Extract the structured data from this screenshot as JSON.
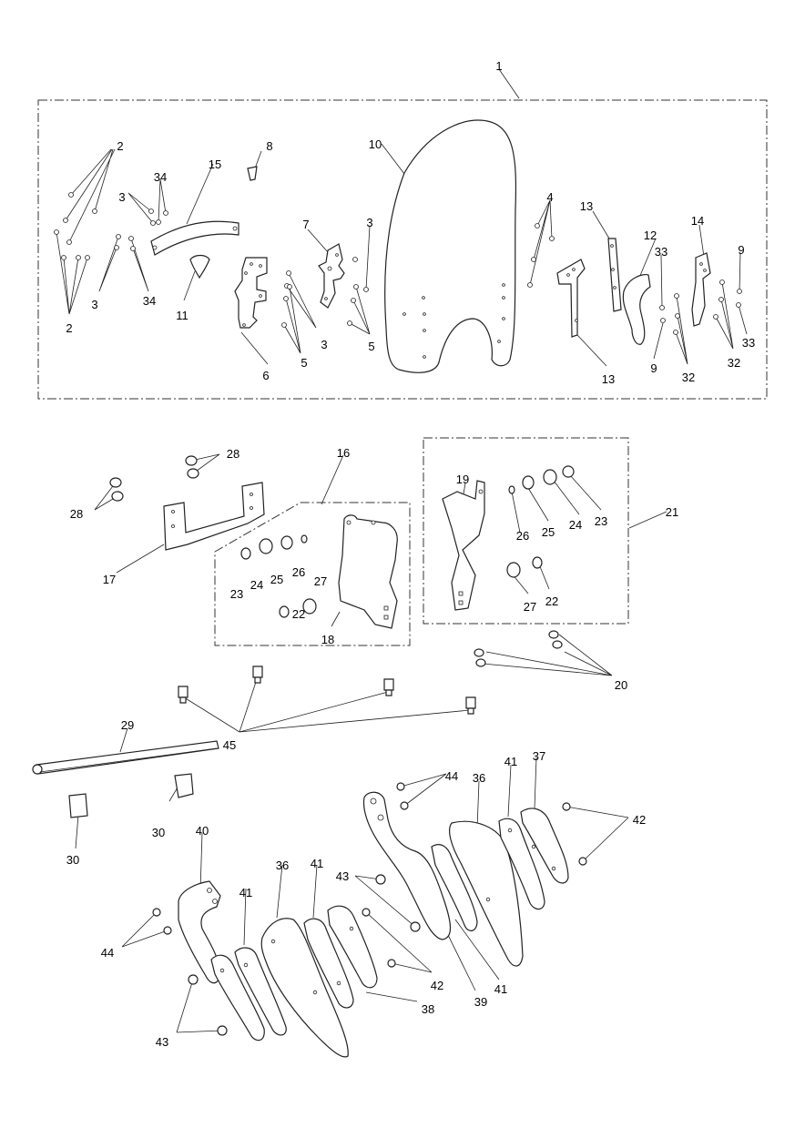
{
  "diagram": {
    "labels": [
      {
        "id": "l1",
        "text": "1"
      },
      {
        "id": "l2a",
        "text": "2"
      },
      {
        "id": "l2b",
        "text": "2"
      },
      {
        "id": "l3a",
        "text": "3"
      },
      {
        "id": "l3b",
        "text": "3"
      },
      {
        "id": "l3c",
        "text": "3"
      },
      {
        "id": "l3d",
        "text": "3"
      },
      {
        "id": "l34a",
        "text": "34"
      },
      {
        "id": "l34b",
        "text": "34"
      },
      {
        "id": "l15",
        "text": "15"
      },
      {
        "id": "l8",
        "text": "8"
      },
      {
        "id": "l11",
        "text": "11"
      },
      {
        "id": "l6",
        "text": "6"
      },
      {
        "id": "l7",
        "text": "7"
      },
      {
        "id": "l5a",
        "text": "5"
      },
      {
        "id": "l5b",
        "text": "5"
      },
      {
        "id": "l10",
        "text": "10"
      },
      {
        "id": "l4",
        "text": "4"
      },
      {
        "id": "l13a",
        "text": "13"
      },
      {
        "id": "l13b",
        "text": "13"
      },
      {
        "id": "l12",
        "text": "12"
      },
      {
        "id": "l14",
        "text": "14"
      },
      {
        "id": "l33a",
        "text": "33"
      },
      {
        "id": "l33b",
        "text": "33"
      },
      {
        "id": "l9a",
        "text": "9"
      },
      {
        "id": "l9b",
        "text": "9"
      },
      {
        "id": "l32a",
        "text": "32"
      },
      {
        "id": "l32b",
        "text": "32"
      },
      {
        "id": "l28a",
        "text": "28"
      },
      {
        "id": "l28b",
        "text": "28"
      },
      {
        "id": "l16",
        "text": "16"
      },
      {
        "id": "l17",
        "text": "17"
      },
      {
        "id": "l23a",
        "text": "23"
      },
      {
        "id": "l24a",
        "text": "24"
      },
      {
        "id": "l25a",
        "text": "25"
      },
      {
        "id": "l26a",
        "text": "26"
      },
      {
        "id": "l27a",
        "text": "27"
      },
      {
        "id": "l22a",
        "text": "22"
      },
      {
        "id": "l18",
        "text": "18"
      },
      {
        "id": "l19",
        "text": "19"
      },
      {
        "id": "l26b",
        "text": "26"
      },
      {
        "id": "l25b",
        "text": "25"
      },
      {
        "id": "l24b",
        "text": "24"
      },
      {
        "id": "l23b",
        "text": "23"
      },
      {
        "id": "l21",
        "text": "21"
      },
      {
        "id": "l27b",
        "text": "27"
      },
      {
        "id": "l22b",
        "text": "22"
      },
      {
        "id": "l20",
        "text": "20"
      },
      {
        "id": "l45",
        "text": "45"
      },
      {
        "id": "l29",
        "text": "29"
      },
      {
        "id": "l30a",
        "text": "30"
      },
      {
        "id": "l30b",
        "text": "30"
      },
      {
        "id": "l44a",
        "text": "44"
      },
      {
        "id": "l44b",
        "text": "44"
      },
      {
        "id": "l36a",
        "text": "36"
      },
      {
        "id": "l36b",
        "text": "36"
      },
      {
        "id": "l41a",
        "text": "41"
      },
      {
        "id": "l41b",
        "text": "41"
      },
      {
        "id": "l41c",
        "text": "41"
      },
      {
        "id": "l41d",
        "text": "41"
      },
      {
        "id": "l37",
        "text": "37"
      },
      {
        "id": "l42a",
        "text": "42"
      },
      {
        "id": "l42b",
        "text": "42"
      },
      {
        "id": "l40",
        "text": "40"
      },
      {
        "id": "l43a",
        "text": "43"
      },
      {
        "id": "l43b",
        "text": "43"
      },
      {
        "id": "l38",
        "text": "38"
      },
      {
        "id": "l39",
        "text": "39"
      }
    ]
  }
}
